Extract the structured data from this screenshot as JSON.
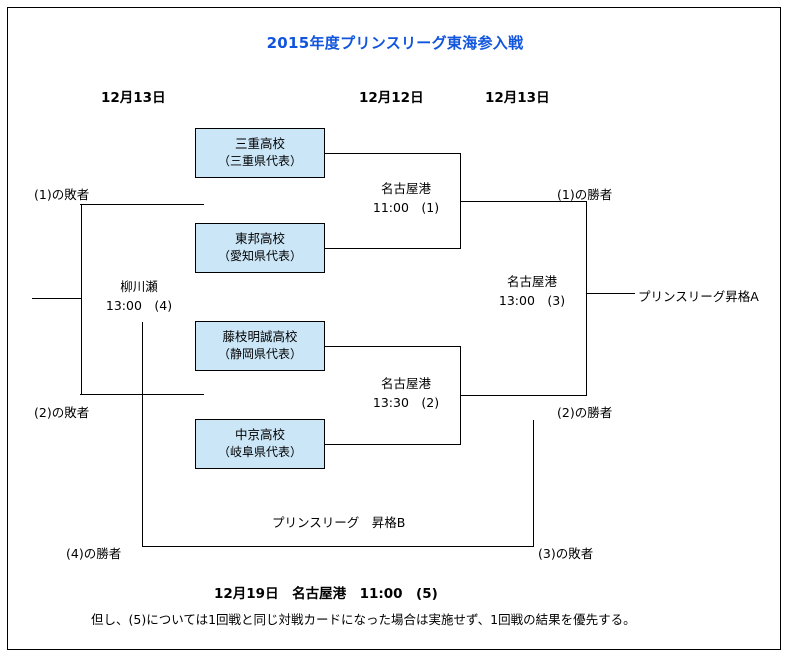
{
  "title": "2015年度プリンスリーグ東海参入戦",
  "accent_color": "#1155dd",
  "box_fill_color": "#cbe6f7",
  "date_headers": [
    {
      "label": "12月13日"
    },
    {
      "label": "12月12日"
    },
    {
      "label": "12月13日"
    }
  ],
  "teams": [
    {
      "name": "三重高校",
      "region": "（三重県代表）"
    },
    {
      "name": "東邦高校",
      "region": "（愛知県代表）"
    },
    {
      "name": "藤枝明誠高校",
      "region": "（静岡県代表）"
    },
    {
      "name": "中京高校",
      "region": "（岐阜県代表）"
    }
  ],
  "matches": [
    {
      "id": "1",
      "venue": "名古屋港",
      "time": "11:00　(1)"
    },
    {
      "id": "2",
      "venue": "名古屋港",
      "time": "13:30　(2)"
    },
    {
      "id": "3",
      "venue": "名古屋港",
      "time": "13:00　(3)"
    },
    {
      "id": "4",
      "venue": "柳川瀬",
      "time": "13:00　(4)"
    }
  ],
  "connectors": {
    "loser_1": "(1)の敗者",
    "loser_2": "(2)の敗者",
    "winner_1": "(1)の勝者",
    "winner_2": "(2)の勝者",
    "winner_4": "(4)の勝者",
    "loser_3": "(3)の敗者"
  },
  "outcomes": {
    "promotion_a": "プリンスリーグ昇格A",
    "promotion_b": "プリンスリーグ　昇格B"
  },
  "footer": {
    "main": "12月19日　名古屋港　11:00　(5)",
    "note": "但し、(5)については1回戦と同じ対戦カードになった場合は実施せず、1回戦の結果を優先する。"
  }
}
